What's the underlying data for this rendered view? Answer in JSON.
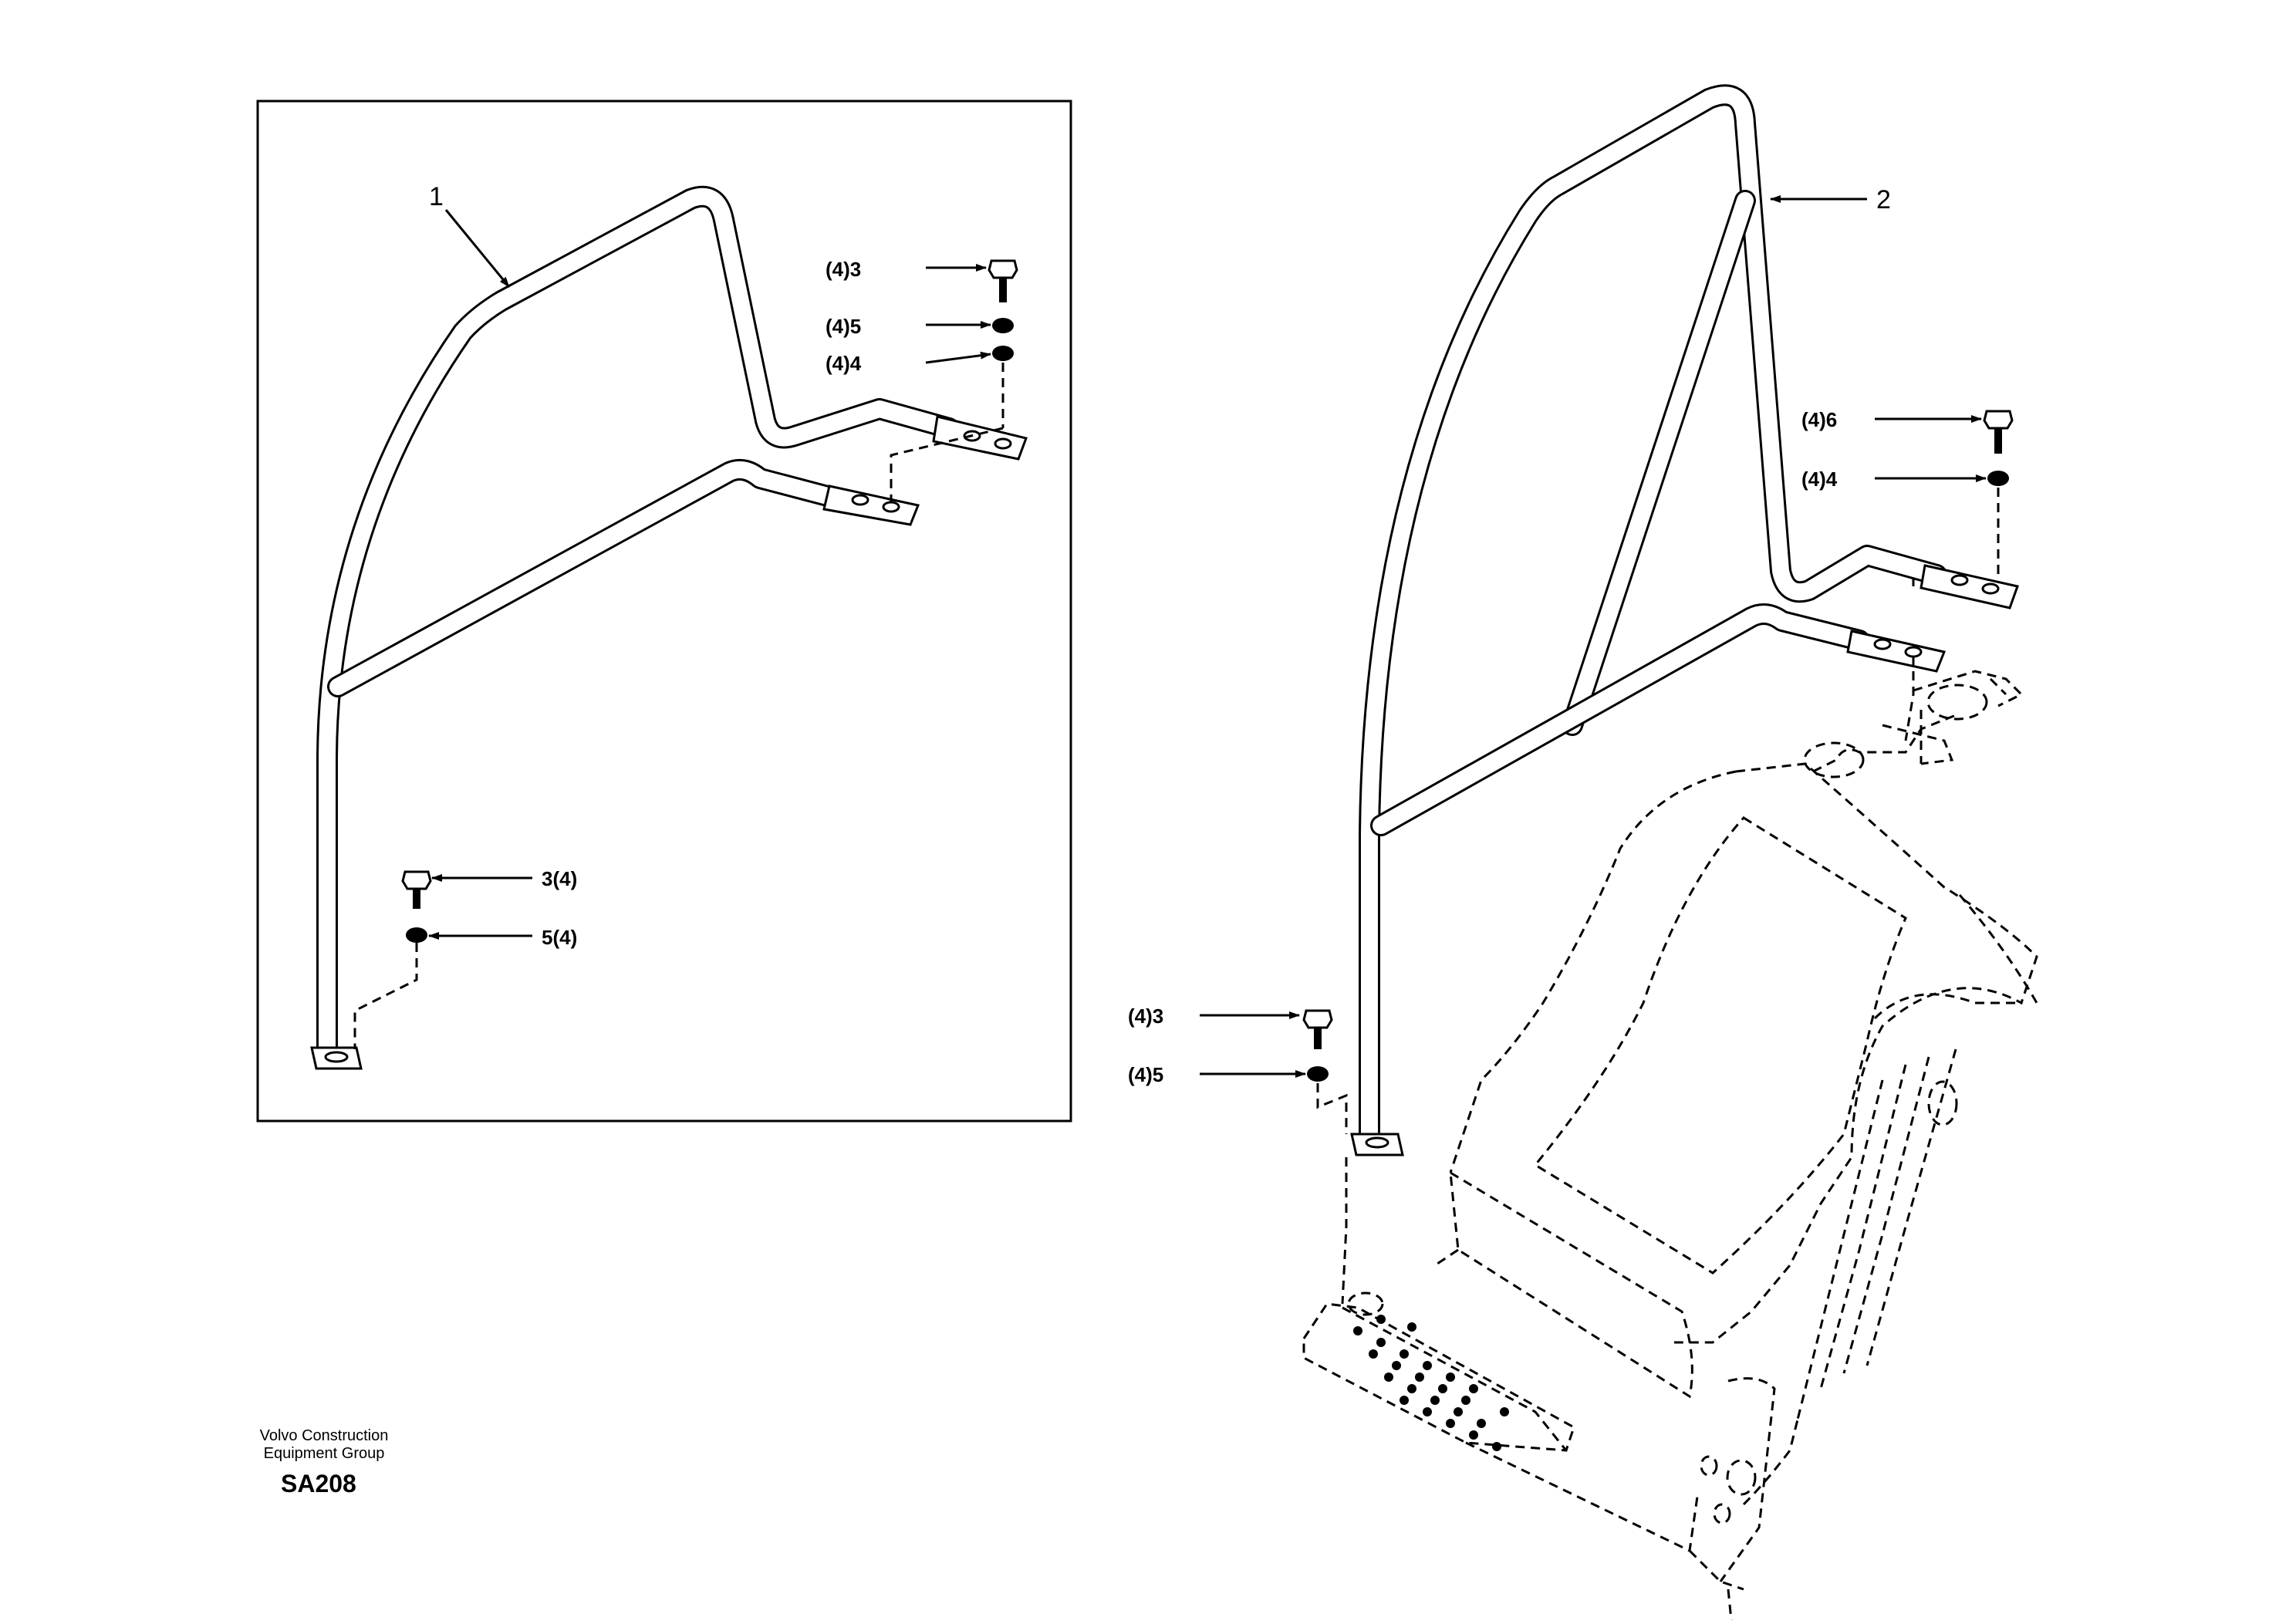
{
  "labels": {
    "item1": "1",
    "item2": "2",
    "l_4_3_a": "(4)3",
    "l_4_5_a": "(4)5",
    "l_4_4_a": "(4)4",
    "l_3_4": "3(4)",
    "l_5_4": "5(4)",
    "l_4_6": "(4)6",
    "l_4_4_b": "(4)4",
    "l_4_3_b": "(4)3",
    "l_4_5_b": "(4)5"
  },
  "footer": {
    "company_line1": "Volvo Construction",
    "company_line2": "Equipment Group",
    "code": "SA208"
  }
}
